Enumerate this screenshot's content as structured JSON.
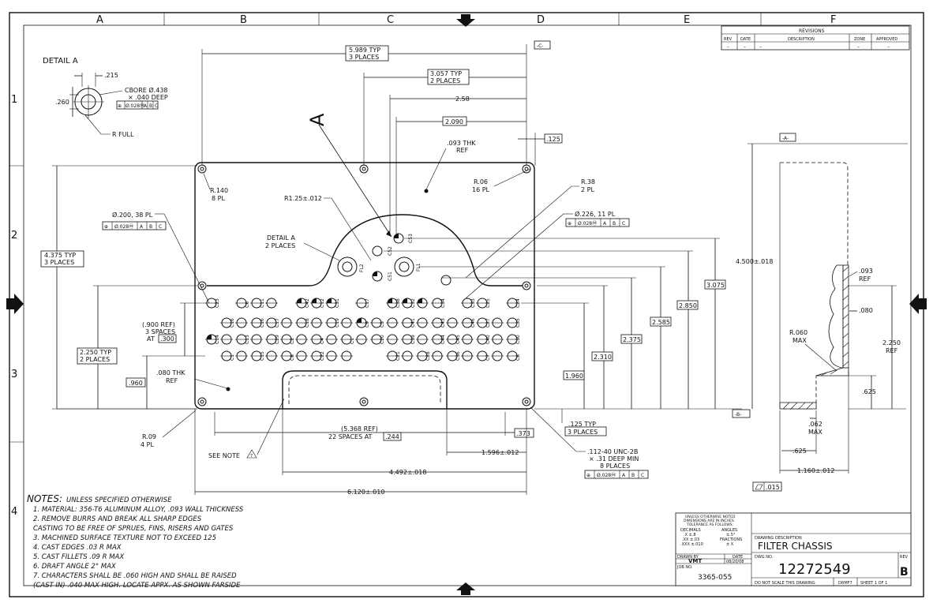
{
  "zones": {
    "columns": [
      "A",
      "B",
      "C",
      "D",
      "E",
      "F"
    ],
    "rows": [
      "1",
      "2",
      "3",
      "4"
    ]
  },
  "revisions": {
    "title": "REVISIONS",
    "headers": [
      "REV",
      "DATE",
      "DESCRIPTION",
      "ZONE",
      "APPROVED"
    ],
    "row": [
      "–",
      "–",
      "–",
      "–",
      "–"
    ]
  },
  "detail_a": {
    "title": "DETAIL A",
    "dim_215": ".215",
    "dim_260": ".260",
    "cbore": "CBORE Ø.438",
    "cbore_depth": "× .040 DEEP",
    "fcf": [
      "⊕",
      "Ø.028Ⓜ",
      "A",
      "B",
      "C"
    ],
    "r_full": "R FULL"
  },
  "datums": {
    "a": "-A-",
    "b": "-B-",
    "c": "-C-"
  },
  "callouts": {
    "typ_5989": "5.989 TYP",
    "typ_5989_places": "3 PLACES",
    "typ_3057": "3.057 TYP",
    "typ_3057_places": "2 PLACES",
    "d_258": "2.58",
    "d_2090": "2.090",
    "d_125": ".125",
    "thk_093": ".093 THK",
    "ref": "REF",
    "r06": "R.06",
    "r06_pl": "16 PL",
    "r38": "R.38",
    "r38_pl": "2 PL",
    "r140": "R.140",
    "r140_pl": "8 PL",
    "r125": "R1.25±.012",
    "hole200": "Ø.200, 38 PL",
    "hole226": "Ø.226, 11 PL",
    "fcf": [
      "⊕",
      "Ø.028Ⓜ",
      "A",
      "B",
      "C"
    ],
    "detail_a_ref": "DETAIL A",
    "detail_a_places": "2 PLACES",
    "big_a": "A",
    "typ_4375": "4.375 TYP",
    "typ_4375_places": "3 PLACES",
    "ref_900": "(.900 REF)",
    "spaces3": "3 SPACES",
    "at": "AT",
    "d_300": ".300",
    "typ_2250": "2.250 TYP",
    "typ_2250_places": "2 PLACES",
    "d_960": ".960",
    "thk_080": ".080 THK",
    "r09": "R.09",
    "r09_pl": "4 PL",
    "see_note": "SEE NOTE",
    "note7": "7",
    "ref_5368": "(5.368 REF)",
    "spaces22": "22 SPACES AT",
    "d_244": ".244",
    "d_373": ".373",
    "d_1596": "1.596±.012",
    "d_4492": "4.492±.018",
    "d_6120": "6.120±.010",
    "d_1960": "1.960",
    "d_2310": "2.310",
    "d_2375": "2.375",
    "d_2585": "2.585",
    "d_2850": "2.850",
    "d_3075": "3.075",
    "d_4500": "4.500±.018",
    "typ_125": ".125 TYP",
    "typ_125_places": "3 PLACES",
    "thread": ".112-40 UNC-2B",
    "thread_depth": "× .31 DEEP MIN",
    "thread_places": "8 PLACES",
    "fl1": "FL1",
    "fl2": "FL2"
  },
  "side_view": {
    "d_093": ".093",
    "ref": "REF",
    "d_080": ".080",
    "r060": "R.060",
    "max": "MAX",
    "d_2250": "2.250",
    "d_625": ".625",
    "d_062": ".062",
    "d_625b": ".625",
    "d_1160": "1.160±.012",
    "flatness": ".015"
  },
  "hole_labels": {
    "row1": [
      "C23",
      "C6",
      "C11",
      "C42",
      "C12",
      "C31",
      "C17",
      "C38",
      "C32",
      "C34",
      "C33",
      "C25",
      "C24"
    ],
    "row2": [
      "C16",
      "C16",
      "C17",
      "C18",
      "C19",
      "C9",
      "C5",
      "C41",
      "C43",
      "C46",
      "C27",
      "C35"
    ],
    "row3": [
      "C14",
      "C13",
      "C29",
      "C2",
      "C4",
      "C1",
      "C20",
      "C39",
      "C44",
      "C45",
      "C40",
      "C30"
    ],
    "row4": [
      "C1",
      "C15",
      "C8",
      "C22",
      "C21",
      "C28",
      "C36",
      "C7",
      "C6"
    ],
    "top": [
      "C52",
      "C53",
      "C51"
    ]
  },
  "notes": {
    "heading": "NOTES:",
    "subheading": "UNLESS SPECIFIED OTHERWISE",
    "items": [
      "1.  MATERIAL: 356-T6 ALUMINUM ALLOY, .093 WALL THICKNESS",
      "2.  REMOVE BURRS AND BREAK ALL SHARP EDGES",
      "     CASTING TO BE FREE OF SPRUES, FINS, RISERS AND GATES",
      "3.  MACHINED SURFACE TEXTURE NOT TO EXCEED 125",
      "4.  CAST EDGES .03 R MAX",
      "5.  CAST FILLETS .09 R MAX",
      "6.  DRAFT ANGLE 2° MAX",
      "7.  CHARACTERS SHALL BE .060 HIGH AND SHALL BE RAISED",
      "     (CAST IN) .040 MAX HIGH.   LOCATE APPX. AS SHOWN FARSIDE"
    ]
  },
  "title_block": {
    "tol1": "UNLESS OTHERWISE NOTED",
    "tol2": "DIMENSIONS ARE IN INCHES",
    "tol3": "TOLERANCE AS FOLLOWS:",
    "decimals": "DECIMALS",
    "angles": "ANGLES",
    "x": ".X ±.8",
    "xx": ".XX ±.03",
    "xxx": ".XXX ±.010",
    "ang": "±.5°",
    "fractions": "FRACTIONS",
    "frac": "± X",
    "drawn_by_label": "DRAWN BY",
    "drawn_by": "VMT",
    "date_label": "DATE",
    "date": "08/20/08",
    "job_label": "JOB NO.",
    "job": "3365-055",
    "desc_label": "DRAWING DESCRIPTION",
    "desc": "FILTER CHASSIS",
    "dwg_label": "DWG NO.",
    "dwg": "12272549",
    "rev_label": "REV",
    "rev": "B",
    "no_scale": "DO NOT SCALE THIS DRAWING",
    "drmf": "DRMF7",
    "sheet": "SHEET   1   OF   1"
  }
}
